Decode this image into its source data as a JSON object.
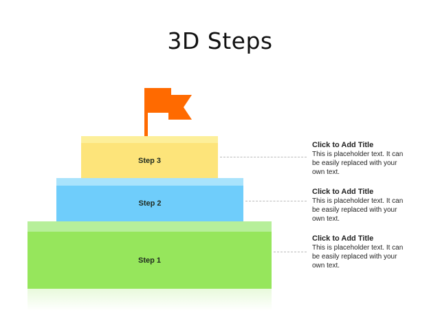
{
  "slide": {
    "title": "3D Steps"
  },
  "steps": [
    {
      "label": "Step 3",
      "color_front": "#fde47a",
      "color_top": "#fdef9a"
    },
    {
      "label": "Step 2",
      "color_front": "#6fcdfb",
      "color_top": "#a9e3fc"
    },
    {
      "label": "Step 1",
      "color_front": "#96e65c",
      "color_top": "#b7ef9a"
    }
  ],
  "flag": {
    "icon": "flag-icon",
    "color": "#ff6a00"
  },
  "callouts": [
    {
      "title": "Click to Add Title",
      "body_lines": [
        "This is placeholder text.  It can",
        "be easily replaced with your",
        "own text."
      ]
    },
    {
      "title": "Click to Add Title",
      "body_lines": [
        "This is placeholder text.  It can",
        "be easily replaced with your",
        "own text."
      ]
    },
    {
      "title": "Click to Add Title",
      "body_lines": [
        "This is placeholder text.  It can",
        "be easily replaced with your",
        "own text."
      ]
    }
  ]
}
